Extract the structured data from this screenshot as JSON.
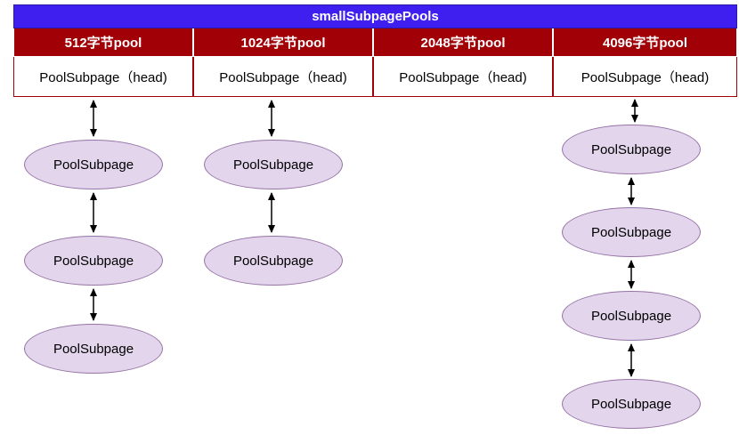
{
  "colors": {
    "title_bg": "#3f1ff0",
    "header_bg": "#a00006",
    "node_fill": "#e2d5ec",
    "node_stroke": "#9673a6"
  },
  "title": "smallSubpagePools",
  "columns": [
    {
      "header": "512字节pool",
      "head": "PoolSubpage（head)",
      "nodes": [
        "PoolSubpage",
        "PoolSubpage",
        "PoolSubpage"
      ]
    },
    {
      "header": "1024字节pool",
      "head": "PoolSubpage（head)",
      "nodes": [
        "PoolSubpage",
        "PoolSubpage"
      ]
    },
    {
      "header": "2048字节pool",
      "head": "PoolSubpage（head)",
      "nodes": []
    },
    {
      "header": "4096字节pool",
      "head": "PoolSubpage（head)",
      "nodes": [
        "PoolSubpage",
        "PoolSubpage",
        "PoolSubpage",
        "PoolSubpage"
      ]
    }
  ]
}
